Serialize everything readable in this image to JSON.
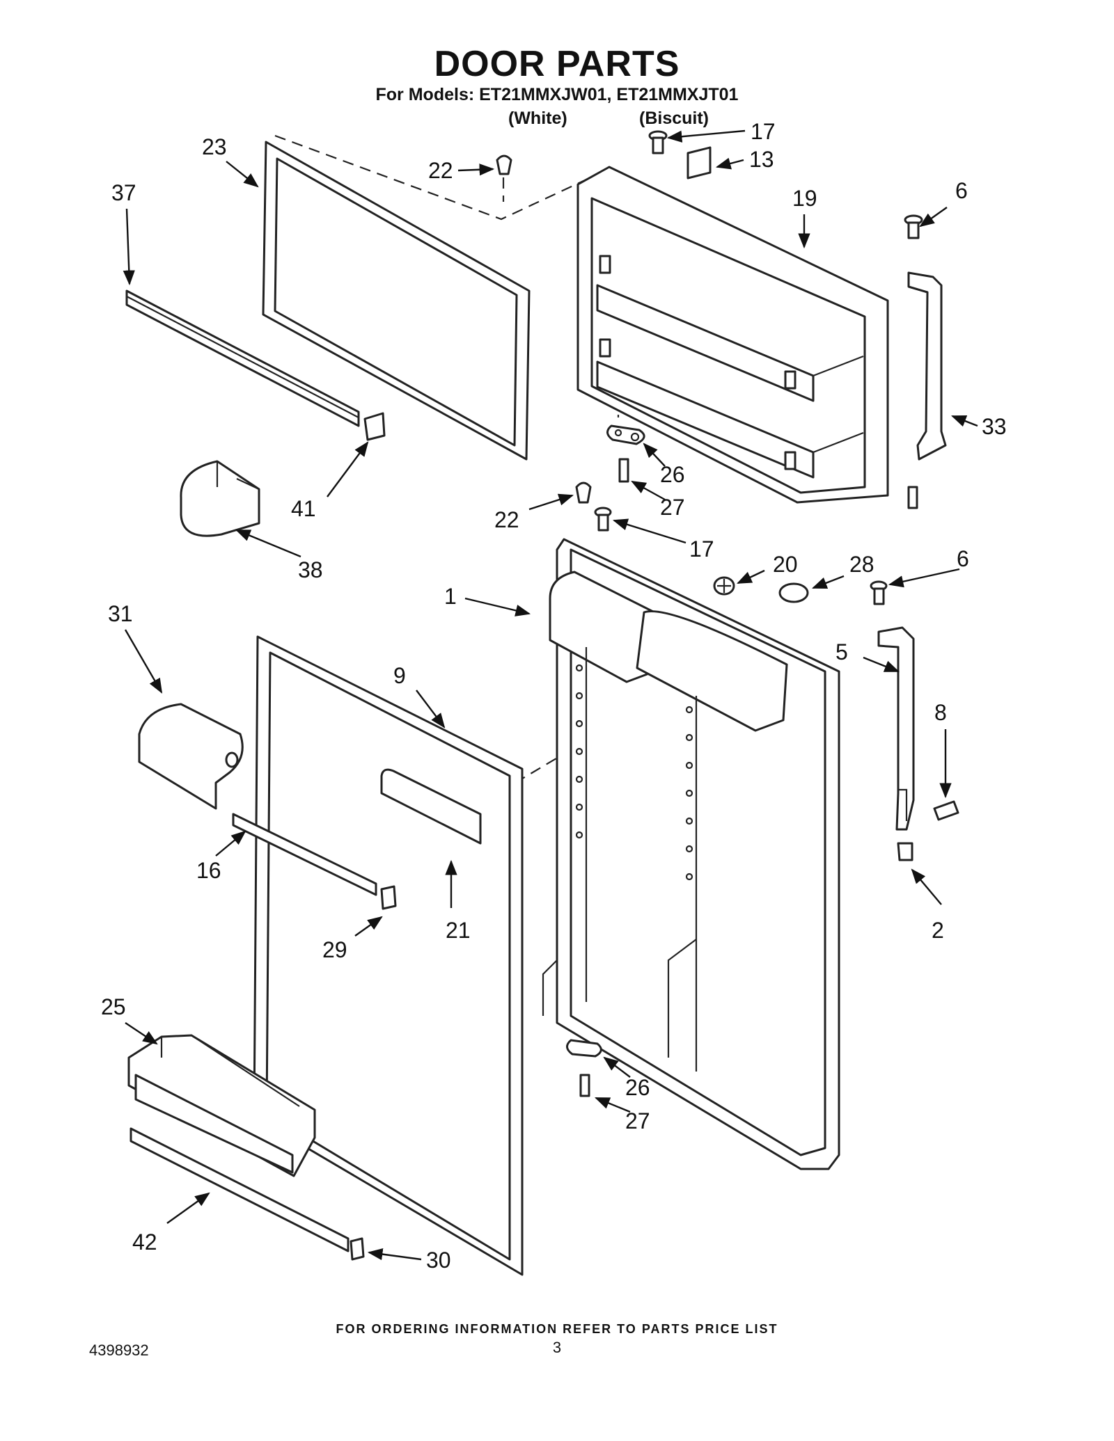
{
  "header": {
    "title": "DOOR PARTS",
    "subtitle": "For Models: ET21MMXJW01, ET21MMXJT01",
    "variant_white": "(White)",
    "variant_biscuit": "(Biscuit)"
  },
  "footer": {
    "ordering_note": "FOR ORDERING INFORMATION REFER TO PARTS PRICE LIST",
    "document_number": "4398932",
    "page_number": "3"
  },
  "callouts": [
    "23",
    "22",
    "17",
    "13",
    "19",
    "6",
    "37",
    "33",
    "26",
    "27",
    "41",
    "38",
    "22",
    "17",
    "6",
    "20",
    "28",
    "1",
    "31",
    "5",
    "9",
    "8",
    "16",
    "21",
    "2",
    "29",
    "25",
    "26",
    "27",
    "42",
    "30"
  ]
}
